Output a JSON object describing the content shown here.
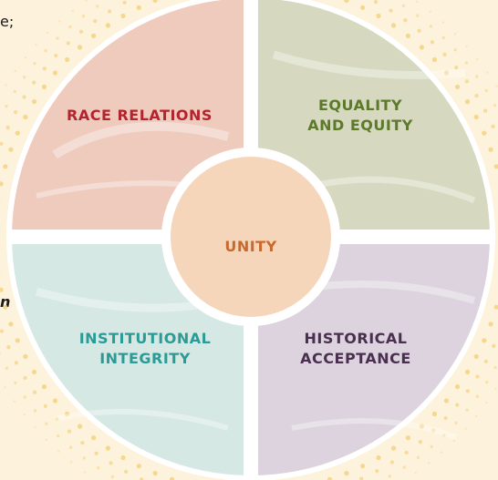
{
  "edge_text": {
    "top": "e;",
    "middle": "n"
  },
  "quadrants": [
    {
      "key": "race",
      "lines": [
        "RACE RELATIONS"
      ],
      "color": "#b3242e",
      "fill": "#efcbbd"
    },
    {
      "key": "equality",
      "lines": [
        "EQUALITY",
        "AND EQUITY"
      ],
      "color": "#5c7a2a",
      "fill": "#d6d9c0"
    },
    {
      "key": "institutional",
      "lines": [
        "INSTITUTIONAL",
        "INTEGRITY"
      ],
      "color": "#2a9b96",
      "fill": "#d6e8e4"
    },
    {
      "key": "historical",
      "lines": [
        "HISTORICAL",
        "ACCEPTANCE"
      ],
      "color": "#4a2f50",
      "fill": "#dcd3de"
    }
  ],
  "center": {
    "label": "UNITY",
    "color": "#c9692c",
    "fill": "#f6d6bb"
  }
}
